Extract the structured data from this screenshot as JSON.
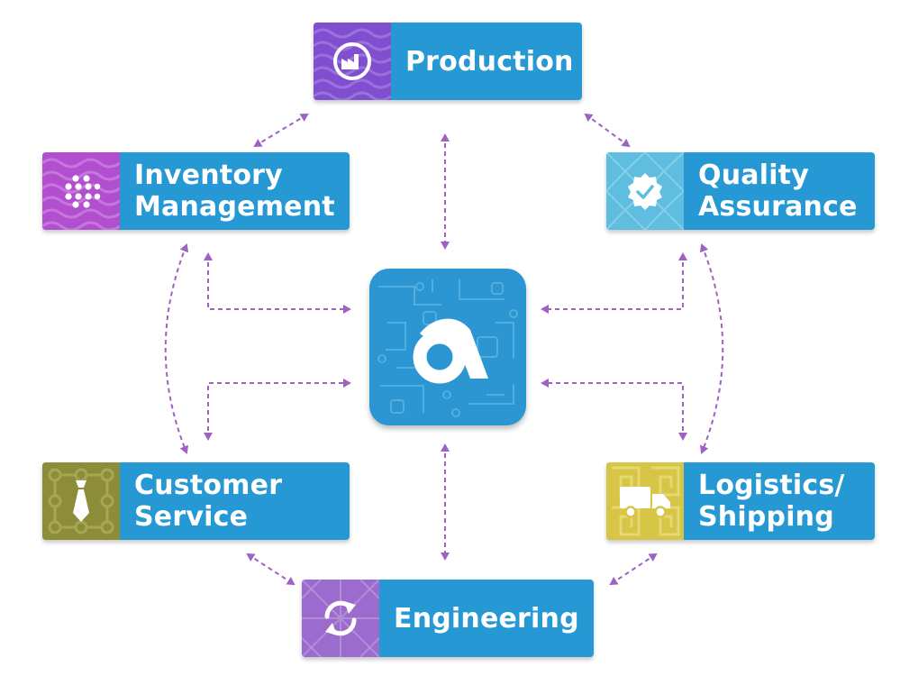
{
  "colors": {
    "card": "#2699d4",
    "hub": "#2b96d2",
    "connector": "#9d62c2"
  },
  "hub": {
    "icon": "brand-logo-icon"
  },
  "nodes": {
    "production": {
      "label": "Production",
      "icon": "factory-icon",
      "tile_color": "#7f4fcf"
    },
    "quality": {
      "label": "Quality\nAssurance",
      "icon": "verified-badge-icon",
      "tile_color": "#5fbde0"
    },
    "inventory": {
      "label": "Inventory\nManagement",
      "icon": "dot-grid-globe-icon",
      "tile_color": "#b24fcf"
    },
    "logistics": {
      "label": "Logistics/\nShipping",
      "icon": "delivery-truck-icon",
      "tile_color": "#d7c646"
    },
    "customer": {
      "label": "Customer\nService",
      "icon": "necktie-icon",
      "tile_color": "#8c8c39"
    },
    "engineering": {
      "label": "Engineering",
      "icon": "refresh-cycle-icon",
      "tile_color": "#9b6ccd"
    }
  }
}
